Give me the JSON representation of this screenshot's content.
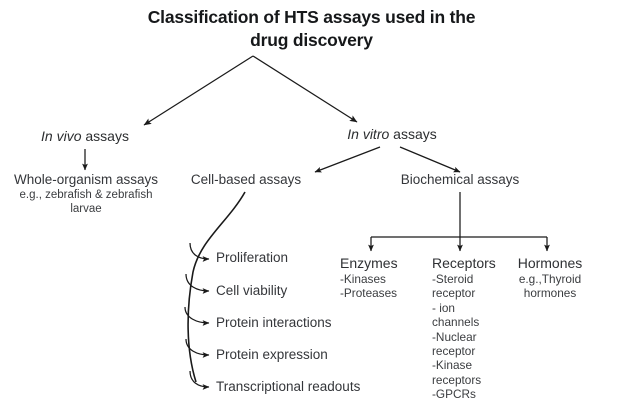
{
  "diagram": {
    "title_line1": "Classification of HTS assays used in the",
    "title_line2": "drug discovery",
    "colors": {
      "background": "#ffffff",
      "title_text": "#16181a",
      "body_text": "#3c3c3c",
      "connector": "#1a1a1a"
    },
    "level2": {
      "in_vivo": {
        "emphasis": "In vivo",
        "rest": " assays"
      },
      "in_vitro": {
        "emphasis": "In vitro",
        "rest": " assays"
      }
    },
    "level3": {
      "whole_organism": {
        "label": "Whole-organism assays",
        "note_line1": "e.g., zebrafish & zebrafish",
        "note_line2": "larvae"
      },
      "cell_based": {
        "label": "Cell-based assays"
      },
      "biochemical": {
        "label": "Biochemical assays"
      }
    },
    "cell_based_items": [
      "Proliferation",
      "Cell viability",
      "Protein interactions",
      "Protein expression",
      "Transcriptional readouts"
    ],
    "biochemical_columns": [
      {
        "heading": "Enzymes",
        "items": [
          "-Kinases",
          "-Proteases"
        ]
      },
      {
        "heading": "Receptors",
        "items": [
          "-Steroid receptor",
          "- ion channels",
          "-Nuclear receptor",
          "-Kinase receptors",
          "-GPCRs"
        ]
      },
      {
        "heading": "Hormones",
        "items": [
          "e.g.,Thyroid hormones"
        ]
      }
    ]
  }
}
